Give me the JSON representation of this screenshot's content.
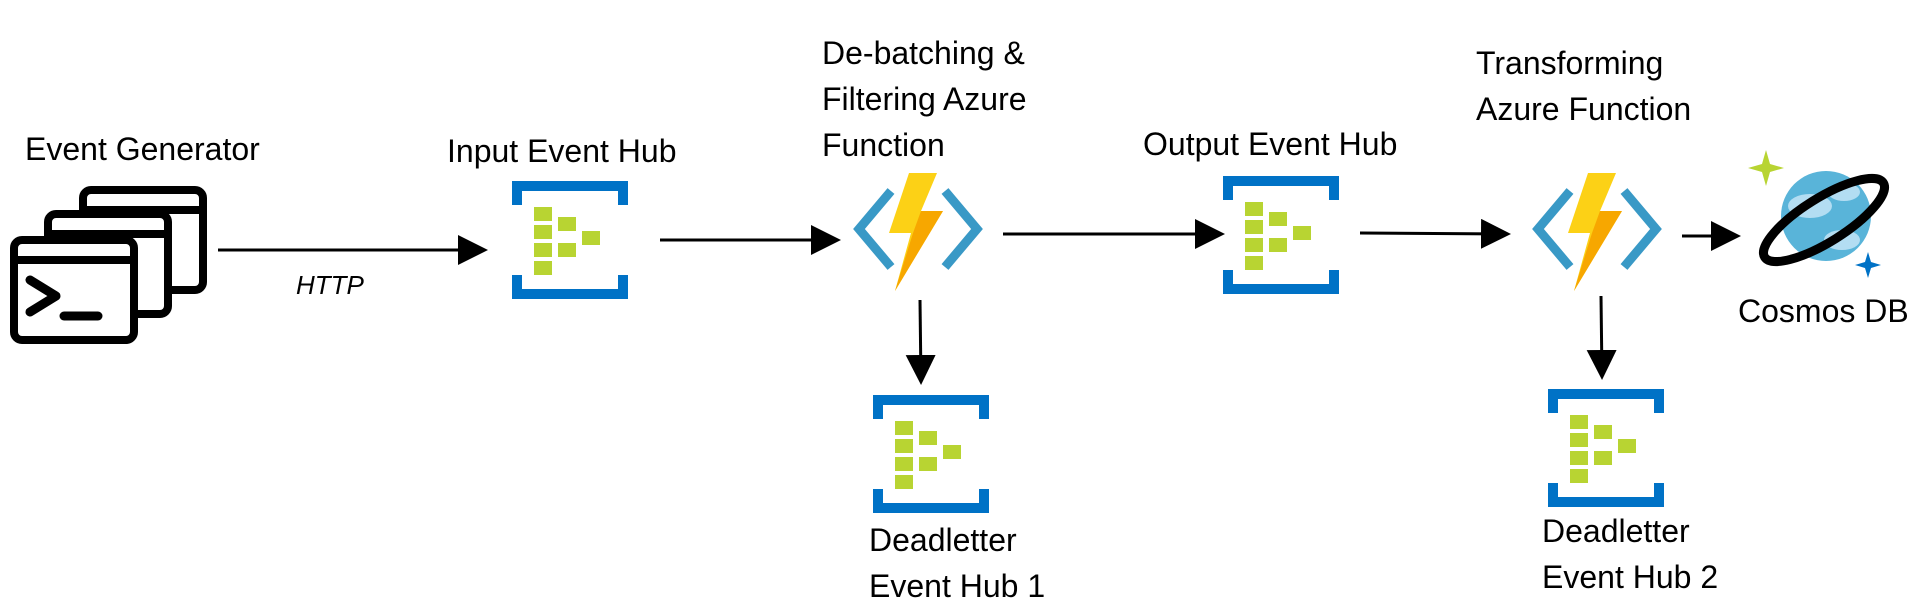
{
  "nodes": {
    "event_generator": {
      "label": "Event Generator",
      "icon": "terminal-windows-icon"
    },
    "input_event_hub": {
      "label": "Input Event Hub",
      "icon": "event-hub-icon"
    },
    "debatch_function": {
      "label_lines": [
        "De-batching  &",
        "Filtering Azure",
        "Function"
      ],
      "icon": "azure-function-icon"
    },
    "output_event_hub": {
      "label": "Output Event Hub",
      "icon": "event-hub-icon"
    },
    "transform_function": {
      "label_lines": [
        "Transforming",
        "Azure Function"
      ],
      "icon": "azure-function-icon"
    },
    "cosmos_db": {
      "label": "Cosmos DB",
      "icon": "cosmos-db-icon"
    },
    "deadletter_1": {
      "label_lines": [
        "Deadletter",
        "Event Hub 1"
      ],
      "icon": "event-hub-icon"
    },
    "deadletter_2": {
      "label_lines": [
        "Deadletter",
        "Event Hub 2"
      ],
      "icon": "event-hub-icon"
    }
  },
  "edges": {
    "http_label": "HTTP"
  },
  "colors": {
    "hub_blue": "#0072C6",
    "hub_green": "#B8D432",
    "function_yellow": "#FCD116",
    "function_orange": "#F7A700",
    "function_bracket": "#3999C6",
    "cosmos_blue": "#59B4D9",
    "cosmos_cloud": "#B3DDF2",
    "sparkle_green": "#B8D432",
    "sparkle_blue": "#0072C6"
  }
}
